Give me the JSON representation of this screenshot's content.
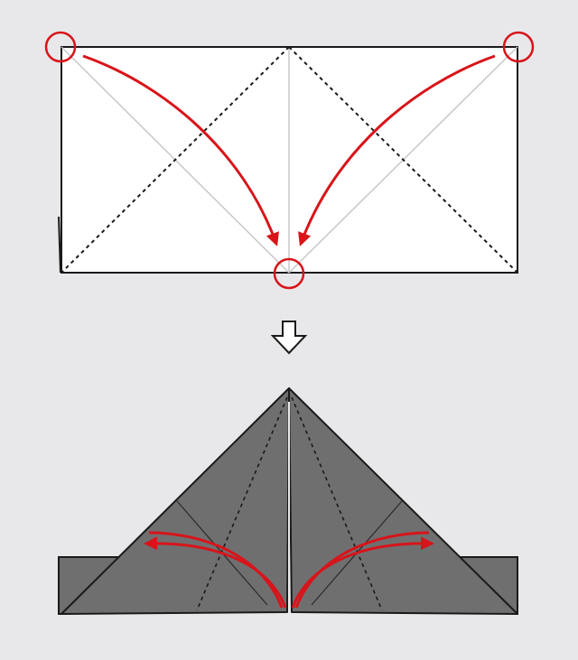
{
  "diagram": {
    "type": "origami-folding-instructions",
    "steps": [
      {
        "name": "step-1",
        "description_visible": "",
        "paper_color": "#ffffff",
        "marks": [
          "top-left-corner-circle",
          "top-right-corner-circle",
          "bottom-center-circle"
        ],
        "arrows": [
          "fold-top-left-corner-to-bottom-center",
          "fold-top-right-corner-to-bottom-center"
        ]
      },
      {
        "name": "step-2",
        "description_visible": "",
        "paper_color": "#6f6f70",
        "arrows": [
          "unfold-left-flap",
          "unfold-right-flap"
        ]
      }
    ],
    "colors": {
      "background": "#e8e8ea",
      "paper_front": "#ffffff",
      "paper_back": "#6f6f70",
      "outline": "#1a1a1a",
      "crease": "#c8c8c8",
      "arrow": "#d8141a"
    },
    "icons": [
      "circle-marker-icon",
      "curved-arrow-icon",
      "down-arrow-icon",
      "double-curved-arrow-icon"
    ]
  }
}
